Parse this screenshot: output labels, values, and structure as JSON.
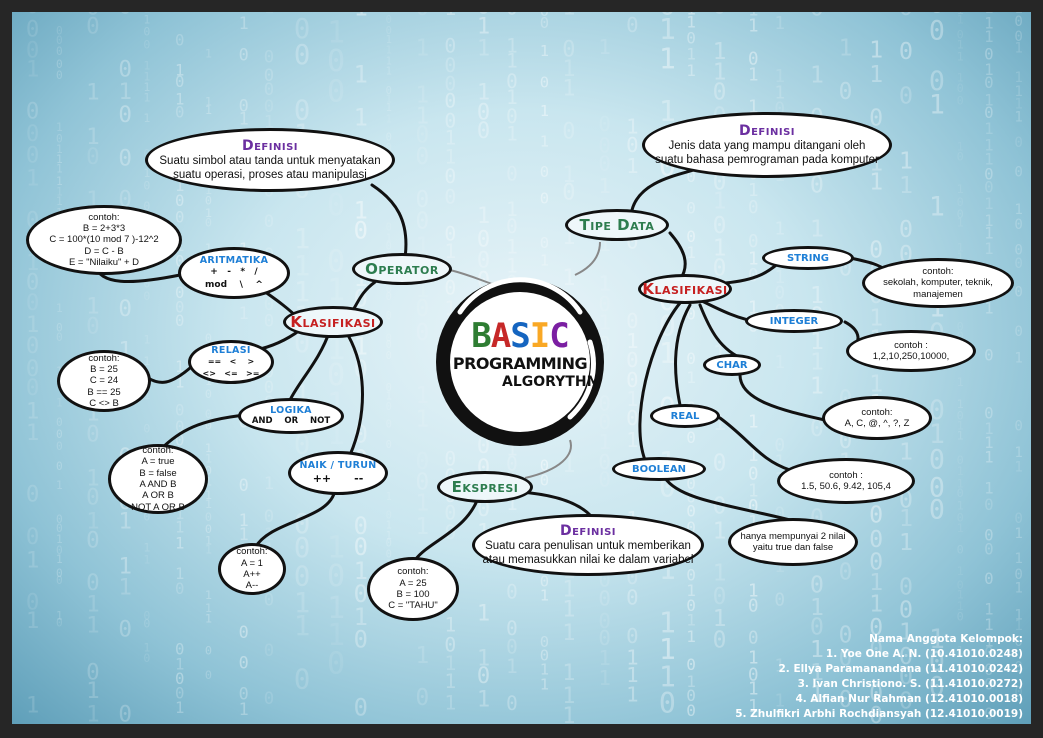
{
  "center": {
    "title_b": "B",
    "title_a": "A",
    "title_s": "S",
    "title_i": "I",
    "title_c": "C",
    "line2": "PROGRAMMING",
    "line3": "ALGORYTHM"
  },
  "colors": {
    "b": "#2e7d32",
    "a": "#c62828",
    "s": "#1565c0",
    "i": "#f9a825",
    "c": "#7b1fa2"
  },
  "operator": {
    "label": "Operator",
    "definisi": {
      "title": "Definisi",
      "text1": "Suatu simbol atau tanda untuk menyatakan",
      "text2": "suatu operasi, proses atau manipulasi"
    },
    "klasifikasi": "Klasifikasi",
    "aritmatika": {
      "title": "ARITMATIKA",
      "ops1": "+   -   *   /",
      "ops2": "mod    \\    ^",
      "contoh": [
        "contoh:",
        "B = 2+3*3",
        "C = 100*(10 mod 7 )-12^2",
        "D = C - B",
        "E = \"Nilaiku\" + D"
      ]
    },
    "relasi": {
      "title": "RELASI",
      "ops1": "==   <    >",
      "ops2": "<>   <=   >=",
      "contoh": [
        "contoh:",
        "B = 25",
        "C = 24",
        "B == 25",
        "C <> B"
      ]
    },
    "logika": {
      "title": "LOGIKA",
      "ops": "AND    OR    NOT",
      "contoh": [
        "contoh:",
        "A = true",
        "B = false",
        "A AND B",
        "A OR B",
        "NOT A OR B"
      ]
    },
    "naikturun": {
      "title": "NAIK / TURUN",
      "ops": "++      --",
      "contoh": [
        "contoh:",
        "A = 1",
        "A++",
        "A--"
      ]
    }
  },
  "tipedata": {
    "label": "Tipe Data",
    "definisi": {
      "title": "Definisi",
      "text1": "Jenis data yang mampu ditangani oleh",
      "text2": "suatu bahasa pemrograman pada komputer"
    },
    "klasifikasi": "Klasifikasi",
    "string": {
      "title": "STRING",
      "contoh": [
        "contoh:",
        "sekolah, komputer, teknik,",
        "manajemen"
      ]
    },
    "integer": {
      "title": "INTEGER",
      "contoh": [
        "contoh :",
        "1,2,10,250,10000,"
      ]
    },
    "char": {
      "title": "CHAR",
      "contoh": [
        "contoh:",
        "A, C, @, ^, ?, Z"
      ]
    },
    "real": {
      "title": "REAL",
      "contoh": [
        "contoh :",
        "1.5, 50.6, 9.42, 105,4"
      ]
    },
    "boolean": {
      "title": "BOOLEAN",
      "contoh": [
        "hanya mempunyai 2 nilai",
        "yaitu true dan false"
      ]
    }
  },
  "ekspresi": {
    "label": "Ekspresi",
    "definisi": {
      "title": "Definisi",
      "text1": "Suatu cara penulisan untuk memberikan",
      "text2": "atau memasukkan nilai ke dalam variabel"
    },
    "contoh": [
      "contoh:",
      "A = 25",
      "B = 100",
      "C = \"TAHU\""
    ]
  },
  "members": {
    "title": "Nama Anggota Kelompok:",
    "list": [
      "1. Yoe One A. N. (10.41010.0248)",
      "2. Ellya Paramanandana (11.41010.0242)",
      "3. Ivan Christiono. S. (11.41010.0272)",
      "4. Alfian Nur Rahman (12.41010.0018)",
      "5. Zhulfikri Arbhi Rochdiansyah (12.41010.0019)"
    ]
  }
}
